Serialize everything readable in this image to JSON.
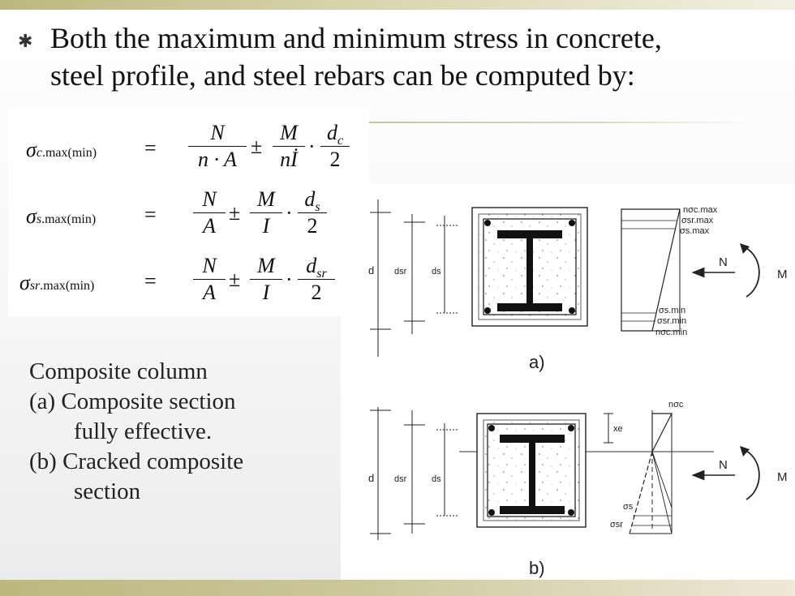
{
  "slide": {
    "bullet_symbol": "✱",
    "heading_line1": "Both the maximum and minimum stress in concrete,",
    "heading_line2": "steel profile, and steel rebars can be computed by:"
  },
  "formulas": [
    {
      "symbol": "σ",
      "sub_var": "c",
      "sub_text": ".max(min)",
      "equals": "=",
      "t1_num": "N",
      "t1_den": "n · A",
      "op1": "±",
      "t2_num": "M",
      "t2_den": "nİ",
      "op2": "·",
      "t3_num": "d",
      "t3_num_sub": "c",
      "t3_den": "2"
    },
    {
      "symbol": "σ",
      "sub_var": "s",
      "sub_text": ".max(min)",
      "equals": "=",
      "t1_num": "N",
      "t1_den": "A",
      "op1": "±",
      "t2_num": "M",
      "t2_den": "I",
      "op2": "·",
      "t3_num": "d",
      "t3_num_sub": "s",
      "t3_den": "2"
    },
    {
      "symbol": "σ",
      "sub_var": "sr",
      "sub_text": ".max(min)",
      "equals": "=",
      "t1_num": "N",
      "t1_den": "A",
      "op1": "±",
      "t2_num": "M",
      "t2_den": "I",
      "op2": "·",
      "t3_num": "d",
      "t3_num_sub": "sr",
      "t3_den": "2"
    }
  ],
  "caption": {
    "line1": "Composite column",
    "line2": "(a)  Composite section",
    "line3": "fully effective.",
    "line4": "(b) Cracked composite",
    "line5": "section"
  },
  "figure": {
    "label_a": "a)",
    "label_b": "b)",
    "dim_d": "d",
    "dim_dsr": "dsr",
    "dim_ds": "ds",
    "force_N": "N",
    "moment_M": "M",
    "a_n_sigma_c_max": "nσc.max",
    "a_sigma_sr_max": "σsr.max",
    "a_sigma_s_max": "σs.max",
    "a_sigma_s_min": "σs.min",
    "a_sigma_sr_min": "σsr.min",
    "a_n_sigma_c_min": "nσc.min",
    "b_xe": "xe",
    "b_n_sigma_c": "nσc",
    "b_sigma_s": "σs",
    "b_sigma_sr": "σsr"
  }
}
